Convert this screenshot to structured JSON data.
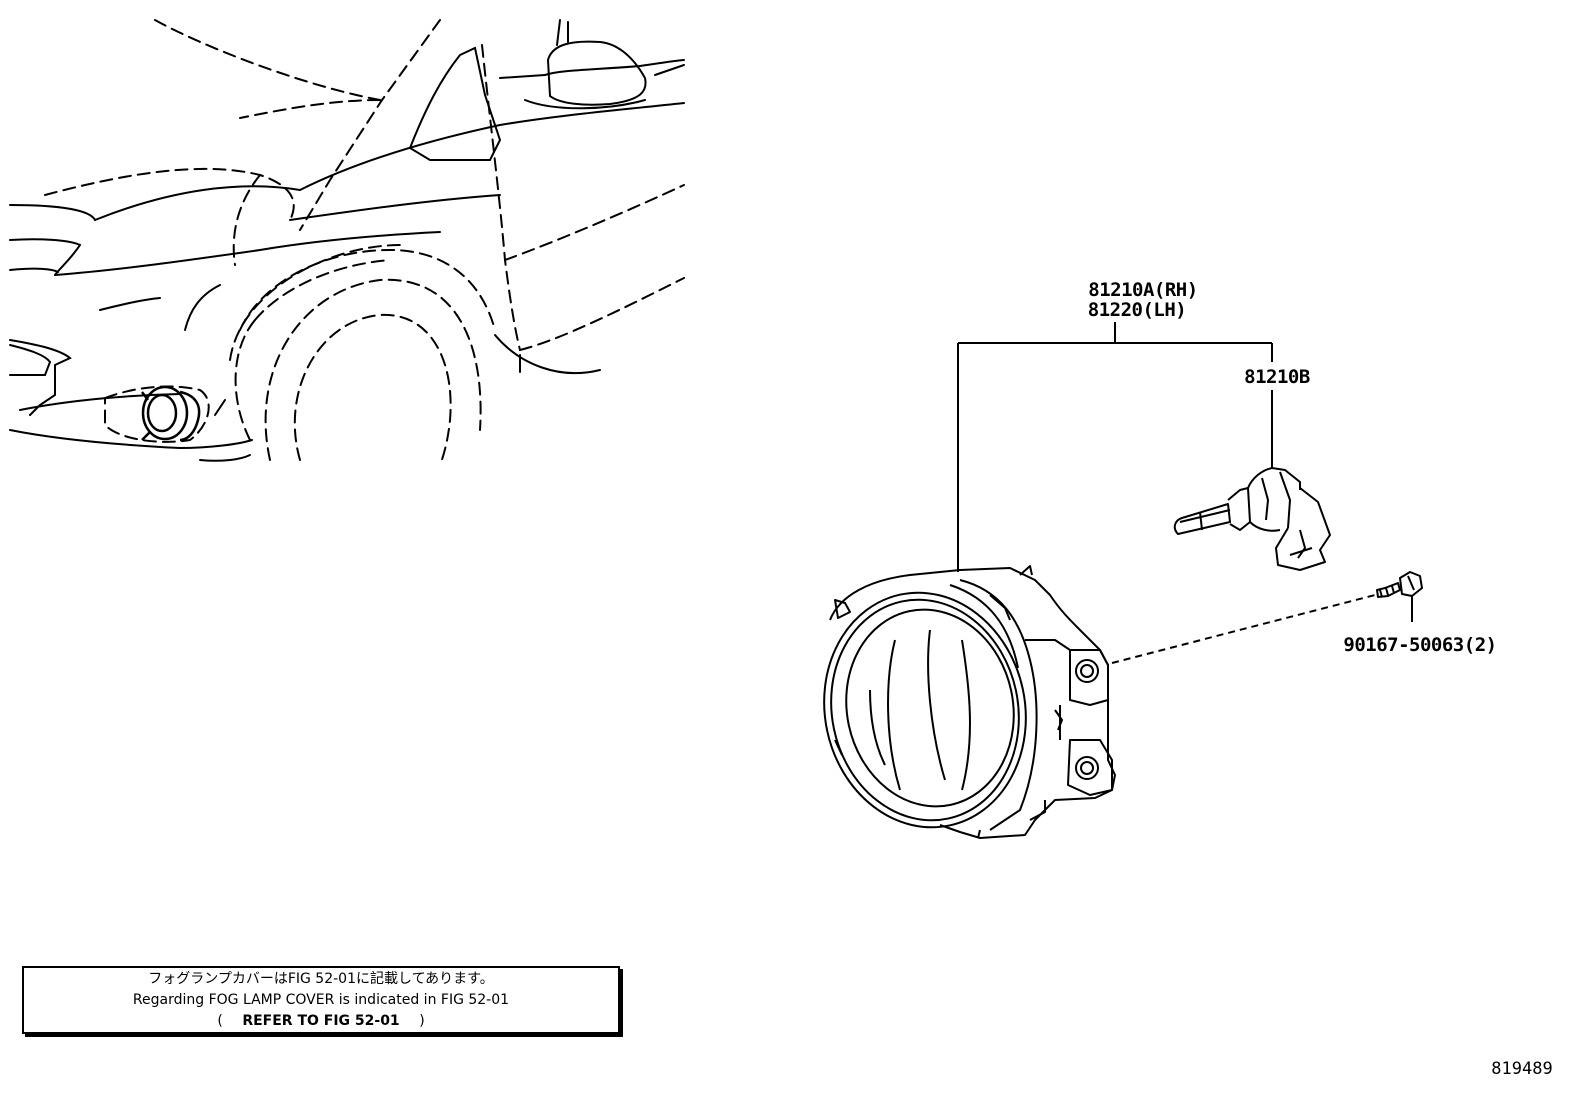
{
  "parts": {
    "lamp_assembly_rh": "81210A(RH)",
    "lamp_assembly_lh": "81220(LH)",
    "bulb": "81210B",
    "screw": "90167-50063(2)"
  },
  "note": {
    "japanese": "フォグランプカバーはFIG 52-01に記載してあります。",
    "english": "Regarding FOG LAMP COVER is indicated in FIG 52-01",
    "refer_open": "(",
    "refer": "REFER TO FIG 52-01",
    "refer_close": ")"
  },
  "diagram_number": "819489"
}
